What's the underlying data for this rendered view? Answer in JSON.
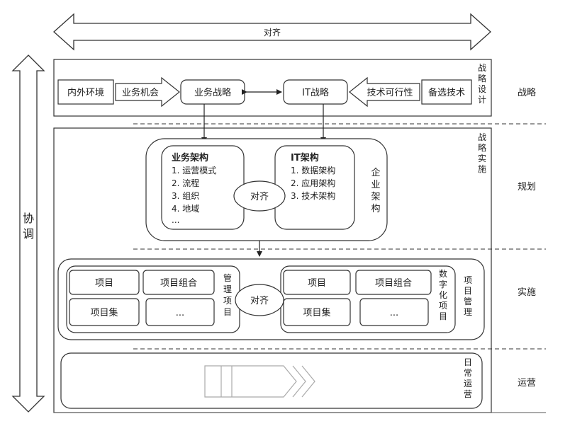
{
  "top_arrow_label": "对齐",
  "left_arrow_label": [
    "协",
    "调"
  ],
  "layers": [
    {
      "name": "战略"
    },
    {
      "name": "规划"
    },
    {
      "name": "实施"
    },
    {
      "name": "运营"
    }
  ],
  "strategy": {
    "side_label": [
      "战",
      "略",
      "设",
      "计"
    ],
    "nodes": {
      "inner_outer_env": "内外环境",
      "biz_opportunity": "业务机会",
      "biz_strategy": "业务战略",
      "it_strategy": "IT战略",
      "tech_feasibility": "技术可行性",
      "alt_tech": "备选技术"
    }
  },
  "planning": {
    "side_label": [
      "战",
      "略",
      "实",
      "施"
    ],
    "ea_label": [
      "企",
      "业",
      "架",
      "构"
    ],
    "business_arch": {
      "title": "业务架构",
      "items": [
        "1. 运营模式",
        "2. 流程",
        "3. 组织",
        "4. 地域",
        "..."
      ]
    },
    "it_arch": {
      "title": "IT架构",
      "items": [
        "1. 数据架构",
        "2. 应用架构",
        "3. 技术架构"
      ]
    },
    "align_label": "对齐"
  },
  "implementation": {
    "side_label": [
      "项",
      "目",
      "管",
      "理"
    ],
    "left_group_label": [
      "管",
      "理",
      "项",
      "目"
    ],
    "right_group_label": [
      "数",
      "字",
      "化",
      "项",
      "目"
    ],
    "left_cells": [
      "项目",
      "项目组合",
      "项目集",
      "..."
    ],
    "right_cells": [
      "项目",
      "项目组合",
      "项目集",
      "..."
    ],
    "align_label": "对齐"
  },
  "operations": {
    "side_label": [
      "日",
      "常",
      "运",
      "营"
    ]
  }
}
